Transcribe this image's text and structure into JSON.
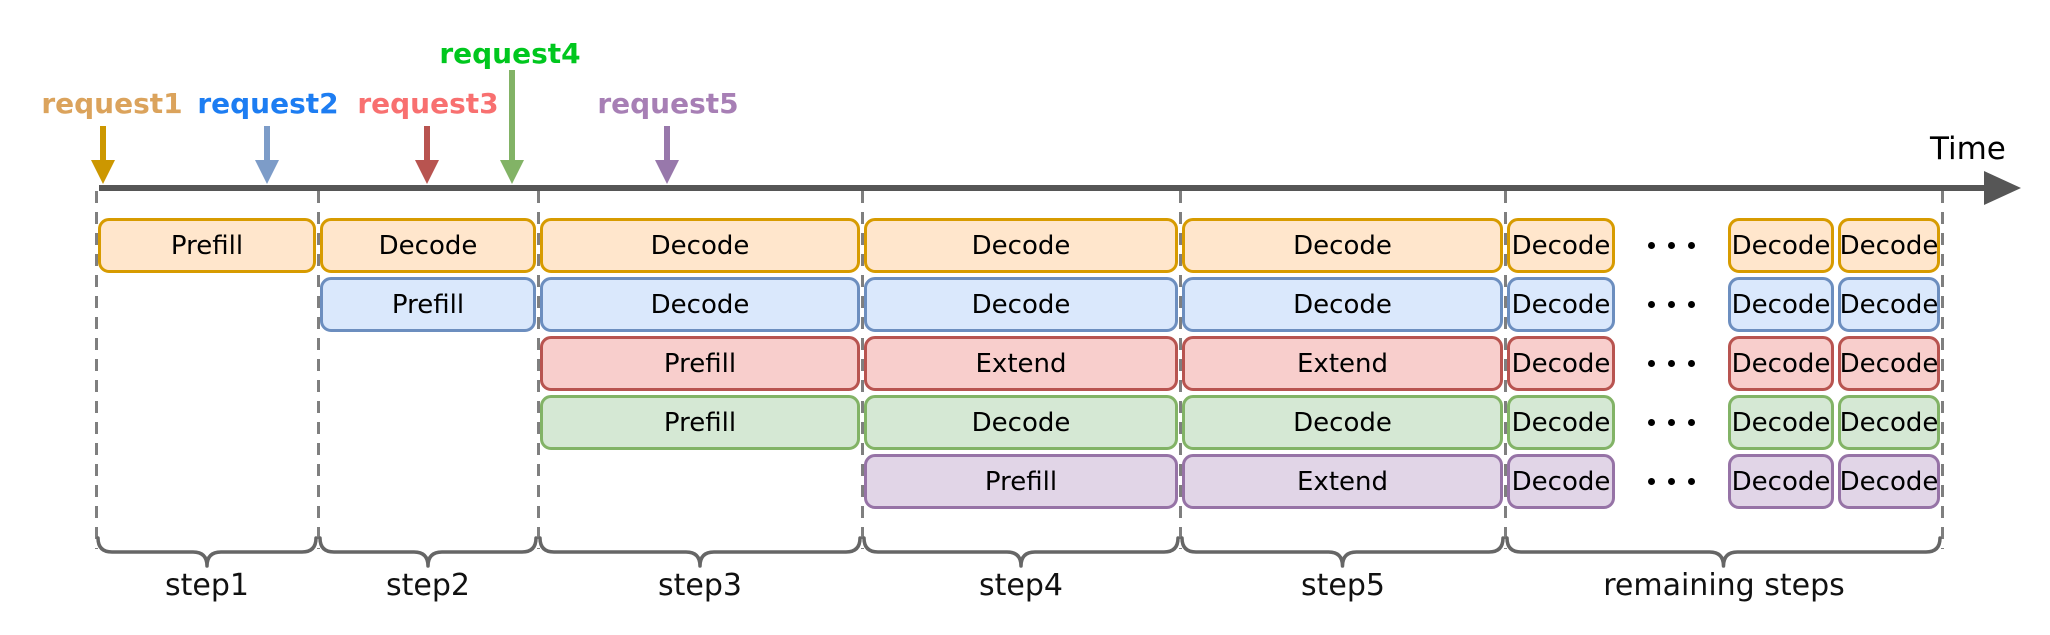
{
  "timeline": {
    "label": "Time",
    "axis_color": "#565656"
  },
  "ellipsis": "...",
  "requests": [
    {
      "name": "request1",
      "label_color": "#dba35c",
      "arrow_color": "#cc9700",
      "fill": "#ffe6cc",
      "stroke": "#d79b00",
      "ops": [
        {
          "col": 0,
          "label": "Prefill"
        },
        {
          "col": 1,
          "label": "Decode"
        },
        {
          "col": 2,
          "label": "Decode"
        },
        {
          "col": 3,
          "label": "Decode"
        },
        {
          "col": 4,
          "label": "Decode"
        },
        {
          "col": 5,
          "label": "Decode"
        },
        {
          "col": 6,
          "label": "Decode"
        },
        {
          "col": 7,
          "label": "Decode"
        }
      ]
    },
    {
      "name": "request2",
      "label_color": "#1d7df2",
      "arrow_color": "#7d9cc8",
      "fill": "#dae8fc",
      "stroke": "#6c8ebf",
      "ops": [
        {
          "col": 1,
          "label": "Prefill"
        },
        {
          "col": 2,
          "label": "Decode"
        },
        {
          "col": 3,
          "label": "Decode"
        },
        {
          "col": 4,
          "label": "Decode"
        },
        {
          "col": 5,
          "label": "Decode"
        },
        {
          "col": 6,
          "label": "Decode"
        },
        {
          "col": 7,
          "label": "Decode"
        }
      ]
    },
    {
      "name": "request3",
      "label_color": "#f87070",
      "arrow_color": "#b85450",
      "fill": "#f8cecc",
      "stroke": "#b85450",
      "ops": [
        {
          "col": 2,
          "label": "Prefill"
        },
        {
          "col": 3,
          "label": "Extend"
        },
        {
          "col": 4,
          "label": "Extend"
        },
        {
          "col": 5,
          "label": "Decode"
        },
        {
          "col": 6,
          "label": "Decode"
        },
        {
          "col": 7,
          "label": "Decode"
        }
      ]
    },
    {
      "name": "request4",
      "label_color": "#00c71e",
      "arrow_color": "#82b366",
      "fill": "#d5e8d4",
      "stroke": "#82b366",
      "ops": [
        {
          "col": 2,
          "label": "Prefill"
        },
        {
          "col": 3,
          "label": "Decode"
        },
        {
          "col": 4,
          "label": "Decode"
        },
        {
          "col": 5,
          "label": "Decode"
        },
        {
          "col": 6,
          "label": "Decode"
        },
        {
          "col": 7,
          "label": "Decode"
        }
      ]
    },
    {
      "name": "request5",
      "label_color": "#a77fb5",
      "arrow_color": "#9878ab",
      "fill": "#e1d5e7",
      "stroke": "#9673a6",
      "ops": [
        {
          "col": 3,
          "label": "Prefill"
        },
        {
          "col": 4,
          "label": "Extend"
        },
        {
          "col": 5,
          "label": "Decode"
        },
        {
          "col": 6,
          "label": "Decode"
        },
        {
          "col": 7,
          "label": "Decode"
        }
      ]
    }
  ],
  "steps": [
    {
      "label": "step1"
    },
    {
      "label": "step2"
    },
    {
      "label": "step3"
    },
    {
      "label": "step4"
    },
    {
      "label": "step5"
    },
    {
      "label": "remaining steps"
    }
  ]
}
